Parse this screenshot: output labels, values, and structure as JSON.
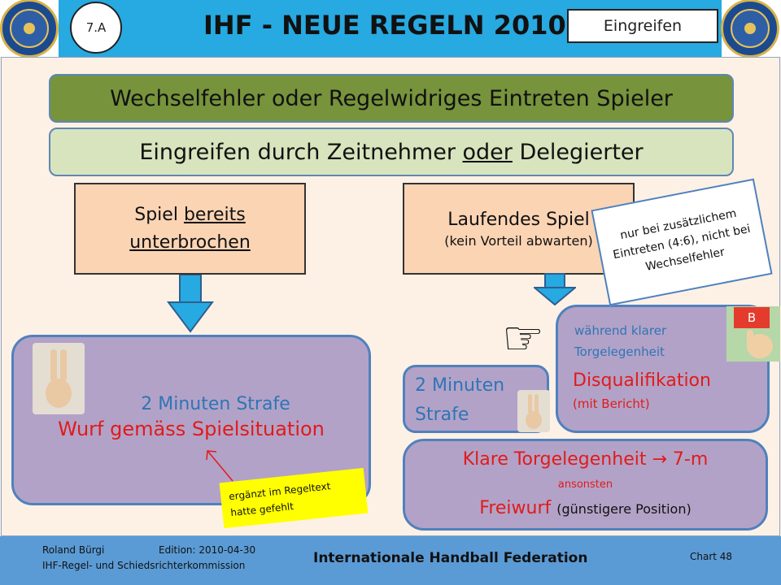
{
  "header": {
    "title": "IHF - NEUE REGELN 2010",
    "chart_badge": "7.A",
    "topic": "Eingreifen"
  },
  "flow": {
    "bar1": "Wechselfehler oder Regelwidriges Eintreten Spieler",
    "bar2": {
      "part1": "Eingreifen durch Zeitnehmer ",
      "part2": "oder",
      "part3": " Delegierter"
    },
    "left_box": {
      "line1a": "Spiel ",
      "line1b": "bereits",
      "line2": "unterbrochen"
    },
    "right_box": {
      "title": "Laufendes Spiel",
      "subtitle": "(kein Vorteil abwarten)"
    },
    "note_box": "nur bei zusätzlichem Eintreten (4:6), nicht bei Wechselfehler",
    "left_result": {
      "line1": "2 Minuten Strafe",
      "line2": "Wurf gemäss Spielsituation"
    },
    "yellow_note": "ergänzt im Regeltext hatte gefehlt",
    "disq": {
      "line1": "während klarer",
      "line2": "Torgelegenheit",
      "line3": "Disqualifikation",
      "line4": "(mit Bericht)"
    },
    "card_letter": "B",
    "two_min": {
      "line1": "2 Minuten",
      "line2": "Strafe"
    },
    "bottom": {
      "line1a": "Klare Torgelegenheit ",
      "arrow": "→",
      "line1b": " 7-m",
      "line2": "ansonsten",
      "line3a": "Freiwurf ",
      "line3b": "(günstigere Position)"
    }
  },
  "footer": {
    "author": "Roland Bürgi",
    "edition": "Edition: 2010-04-30",
    "committee": "IHF-Regel- und Schiedsrichterkommission",
    "organization": "Internationale Handball Federation",
    "chart_label": "Chart 48"
  },
  "colors": {
    "header_band": "#27a9e1",
    "dark_green": "#77933c",
    "light_green": "#d7e4bd",
    "peach": "#fbd4b4",
    "lavender": "#b3a2c7",
    "footer": "#5b9bd5",
    "red_text": "#e01b1b",
    "blue_text": "#2e75b6"
  }
}
